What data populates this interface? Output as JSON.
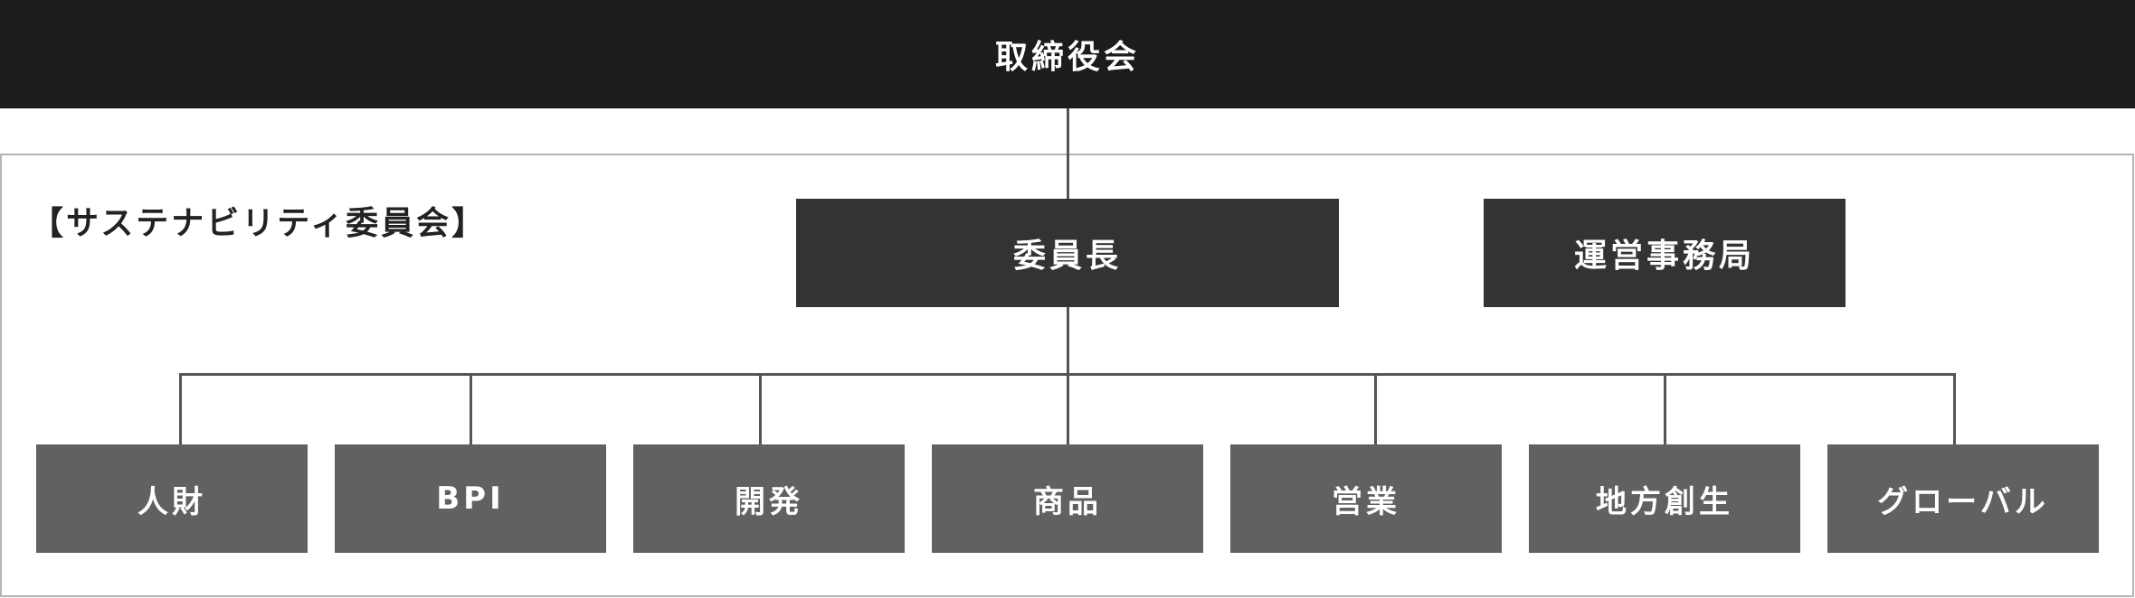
{
  "board": {
    "label": "取締役会"
  },
  "committee": {
    "label": "【サステナビリティ委員会】"
  },
  "chair": {
    "label": "委員長"
  },
  "secretariat": {
    "label": "運営事務局"
  },
  "departments": [
    {
      "label": "人財"
    },
    {
      "label": "BPI"
    },
    {
      "label": "開発"
    },
    {
      "label": "商品"
    },
    {
      "label": "営業"
    },
    {
      "label": "地方創生"
    },
    {
      "label": "グローバル"
    }
  ],
  "colors": {
    "board": "#1c1c1c",
    "chair": "#333333",
    "department": "#616161",
    "connector": "#555555",
    "frame": "#b4b4b4"
  }
}
